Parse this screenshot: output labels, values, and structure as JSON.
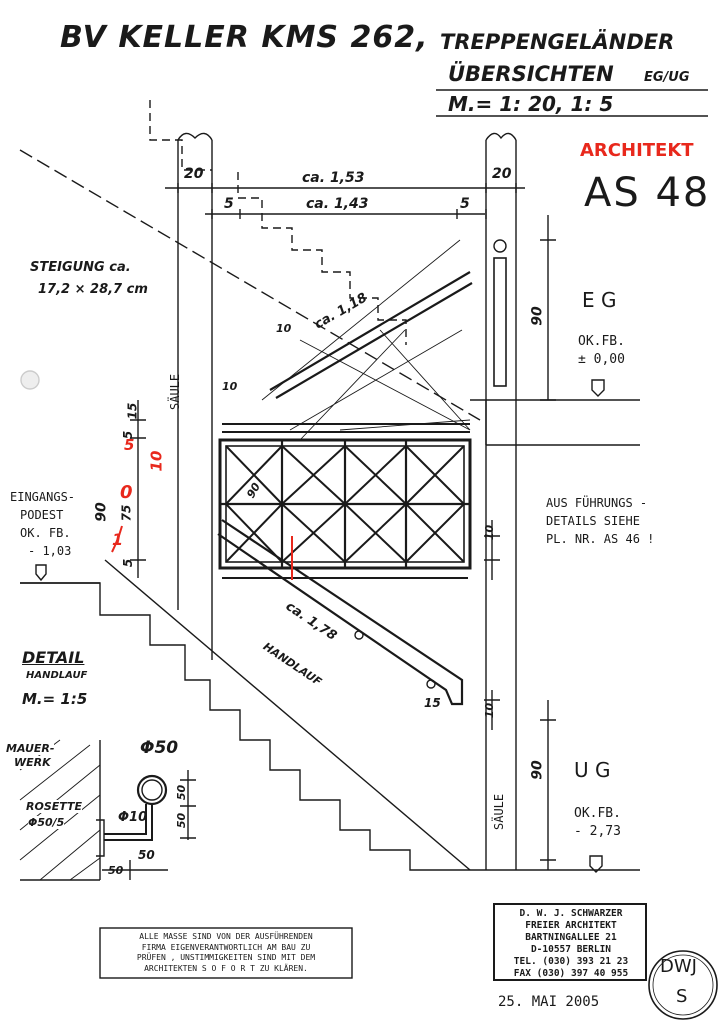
{
  "header": {
    "project": "BV KELLER KMS 262,",
    "title_line1": "TREPPENGELÄNDER",
    "title_line2": "ÜBERSICHTEN",
    "title_suffix": "EG/UG",
    "scale": "M.= 1: 20, 1: 5",
    "architekt_label": "ARCHITEKT",
    "sheet_number": "AS 48"
  },
  "annotations": {
    "steigung_line1": "STEIGUNG ca.",
    "steigung_line2": "17,2 × 28,7 cm",
    "eingang_line1": "EINGANGS-",
    "eingang_line2": "PODEST",
    "eingang_line3": "OK. FB.",
    "eingang_line4": "- 1,03",
    "eg_label": "E G",
    "eg_okfb": "OK.FB.",
    "eg_level": "± 0,00",
    "ug_label": "U G",
    "ug_okfb": "OK.FB.",
    "ug_level": "- 2,73",
    "ausf_line1": "AUS FÜHRUNGS -",
    "ausf_line2": "DETAILS SIEHE",
    "ausf_line3": "PL. NR. AS 46 !",
    "saeule_top": "SÄULE",
    "saeule_bottom": "SÄULE",
    "handlauf": "HANDLAUF",
    "detail_line1": "DETAIL",
    "detail_line2": "HANDLAUF",
    "detail_scale": "M.= 1:5",
    "mauerwerk_line1": "MAUER-",
    "mauerwerk_line2": "WERK",
    "rosette_line1": "ROSETTE",
    "rosette_line2": "Φ50/5",
    "phi50": "Φ50",
    "phi10": "Φ10"
  },
  "dimensions": {
    "d20_left": "20",
    "d20_right": "20",
    "d153": "ca. 1,53",
    "d143": "ca. 1,43",
    "d5_left": "5",
    "d5_right": "5",
    "d118": "ca. 1,18",
    "d178": "ca. 1,78",
    "d10_a": "10",
    "d10_b": "10",
    "d10_c": "10",
    "d10_d": "10",
    "d15_top": "15",
    "d15_bottom": "15",
    "d90_eg": "90",
    "d90_ug": "90",
    "d90_left": "90",
    "d90_diag": "90",
    "d5_a": "5",
    "d5_b": "5",
    "d75": "75",
    "d50_a": "50",
    "d50_b": "50",
    "d50_c": "50",
    "d50_d": "50",
    "red_10": "10",
    "red_5": "5",
    "red_0": "0",
    "red_1": "1"
  },
  "notice": {
    "line1": "ALLE MASSE SIND VON DER AUSFÜHRENDEN",
    "line2": "FIRMA EIGENVERANTWORTLICH AM BAU ZU",
    "line3": "PRÜFEN , UNSTIMMIGKEITEN SIND MIT DEM",
    "line4": "ARCHITEKTEN  S O F O R T  ZU KLÄREN."
  },
  "stamp": {
    "line1": "D. W. J. SCHWARZER",
    "line2": "FREIER  ARCHITEKT",
    "line3": "BARTNINGALLEE 21",
    "line4": "D-10557  BERLIN",
    "line5": "TEL. (030) 393 21 23",
    "line6": "FAX (030) 397 40 955",
    "seal_line1": "DWJ",
    "seal_line2": "S"
  },
  "date": "25. MAI 2005",
  "colors": {
    "ink": "#1a1a1a",
    "red": "#e8281c"
  }
}
